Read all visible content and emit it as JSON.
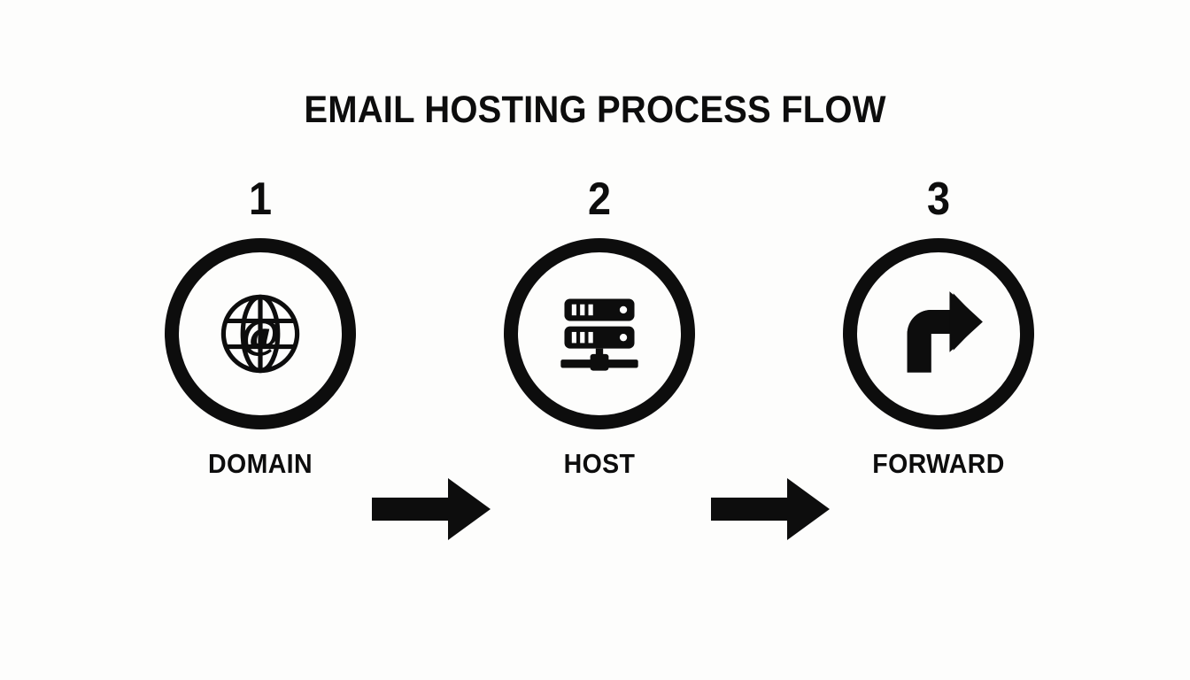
{
  "page": {
    "title": "EMAIL HOSTING PROCESS FLOW",
    "background_color": "#fdfdfc",
    "ink_color": "#0d0d0d"
  },
  "flow": {
    "orientation": "horizontal",
    "connector_icon": "arrow-right-icon",
    "steps": [
      {
        "number": "1",
        "label": "DOMAIN",
        "icon": "globe-at-icon"
      },
      {
        "number": "2",
        "label": "HOST",
        "icon": "server-rack-icon"
      },
      {
        "number": "3",
        "label": "FORWARD",
        "icon": "forward-arrow-icon"
      }
    ]
  }
}
